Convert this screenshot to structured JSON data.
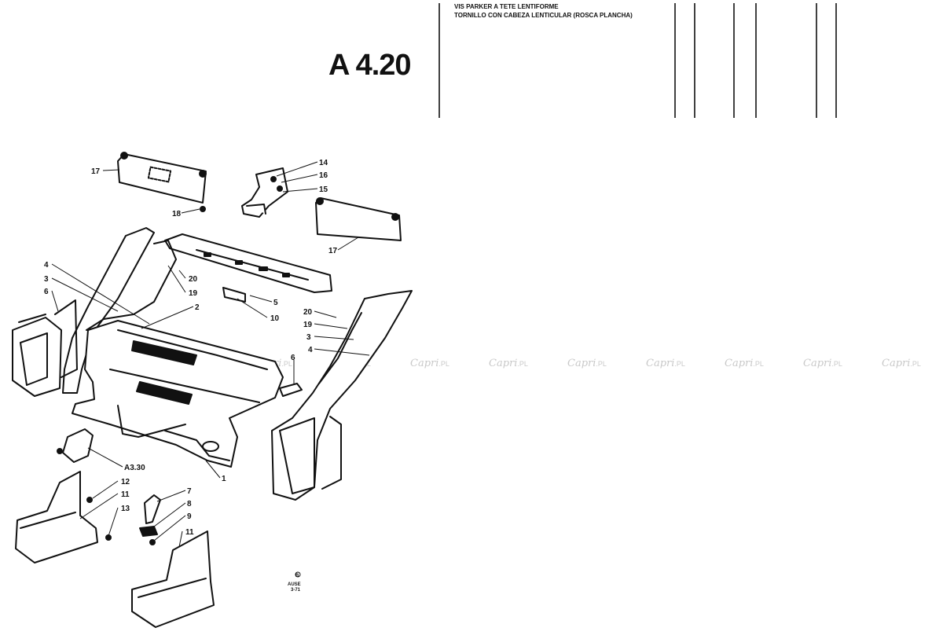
{
  "header": {
    "page_code": "A 4.20",
    "line_fr": "VIS PARKER A TETE LENTIFORME",
    "line_es": "TORNILLO CON CABEZA LENTICULAR (ROSCA PLANCHA)"
  },
  "callouts": {
    "c17a": "17",
    "c18": "18",
    "c14": "14",
    "c16": "16",
    "c15": "15",
    "c17b": "17",
    "c4a": "4",
    "c3a": "3",
    "c6a": "6",
    "c20a": "20",
    "c19a": "19",
    "c2": "2",
    "c5": "5",
    "c10": "10",
    "c20b": "20",
    "c19b": "19",
    "c3b": "3",
    "c4b": "4",
    "c6b": "6",
    "c1": "1",
    "cA330": "A3.30",
    "c12": "12",
    "c11a": "11",
    "c13": "13",
    "c7": "7",
    "c8": "8",
    "c9": "9",
    "c11b": "11"
  },
  "watermark": {
    "brand": "Capri",
    "suffix": ".PL"
  },
  "footer_marks": {
    "a": "B",
    "b": "AUSE",
    "c": "3-71"
  }
}
